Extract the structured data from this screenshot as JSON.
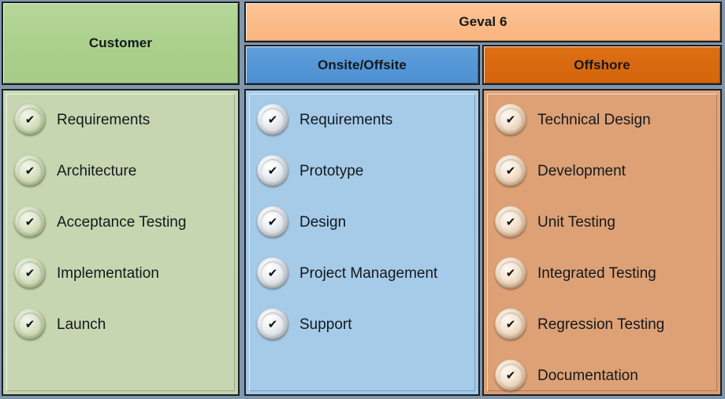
{
  "diagram": {
    "title_bar": {
      "geval_label": "Geval 6"
    },
    "columns": [
      {
        "id": "customer",
        "header": "Customer",
        "header_color": "#abd08d",
        "body_color": "#c6d6b0",
        "bullet_style": "green",
        "items": [
          "Requirements",
          "Architecture",
          "Acceptance Testing",
          "Implementation",
          "Launch"
        ]
      },
      {
        "id": "onsite-offsite",
        "header": "Onsite/Offsite",
        "header_color": "#5496d6",
        "body_color": "#a5cbe9",
        "bullet_style": "silver",
        "items": [
          "Requirements",
          "Prototype",
          "Design",
          "Project Management",
          "Support"
        ]
      },
      {
        "id": "offshore",
        "header": "Offshore",
        "header_color": "#d8690f",
        "body_color": "#dda175",
        "bullet_style": "tan",
        "items": [
          "Technical Design",
          "Development",
          "Unit Testing",
          "Integrated Testing",
          "Regression Testing",
          "Documentation"
        ]
      }
    ],
    "bullet_glyph": "✔",
    "background_color": "#8096ab"
  }
}
